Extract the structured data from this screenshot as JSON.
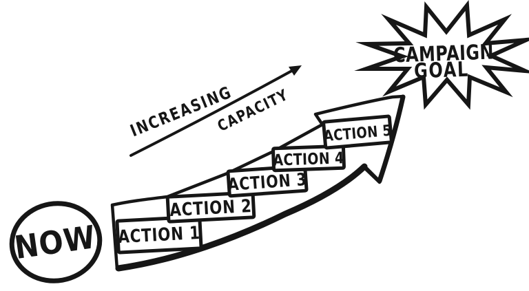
{
  "diagram": {
    "now": {
      "label": "NOW"
    },
    "trend": {
      "line1": "INCREASING",
      "line2": "CAPACITY"
    },
    "steps": [
      {
        "label": "ACTION 1"
      },
      {
        "label": "ACTION 2"
      },
      {
        "label": "ACTION 3"
      },
      {
        "label": "ACTION 4"
      },
      {
        "label": "ACTION 5"
      }
    ],
    "goal": {
      "line1": "CAMPAIGN",
      "line2": "GOAL"
    },
    "colors": {
      "ink": "#161616",
      "background": "#ffffff"
    }
  }
}
